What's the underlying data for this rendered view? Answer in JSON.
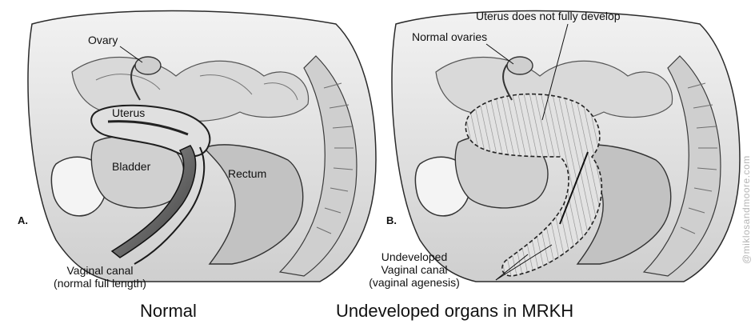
{
  "panel_a": {
    "letter": "A.",
    "caption": "Normal",
    "labels": {
      "ovary": "Ovary",
      "uterus": "Uterus",
      "bladder": "Bladder",
      "rectum": "Rectum",
      "vaginal_canal_line1": "Vaginal canal",
      "vaginal_canal_line2": "(normal full length)"
    }
  },
  "panel_b": {
    "letter": "B.",
    "caption": "Undeveloped organs in MRKH",
    "labels": {
      "uterus_note": "Uterus does not fully develop",
      "normal_ovaries": "Normal ovaries",
      "undeveloped_line1": "Undeveloped",
      "undeveloped_line2": "Vaginal canal",
      "undeveloped_line3": "(vaginal agenesis)"
    }
  },
  "credit": "@miklosandmoore.com",
  "colors": {
    "ink": "#111111",
    "tissue_light": "#e6e6e6",
    "tissue_mid": "#bdbdbd",
    "tissue_dark": "#5a5a5a",
    "hatch_fill": "#d8d8d8",
    "credit_gray": "#b5b5b5"
  }
}
